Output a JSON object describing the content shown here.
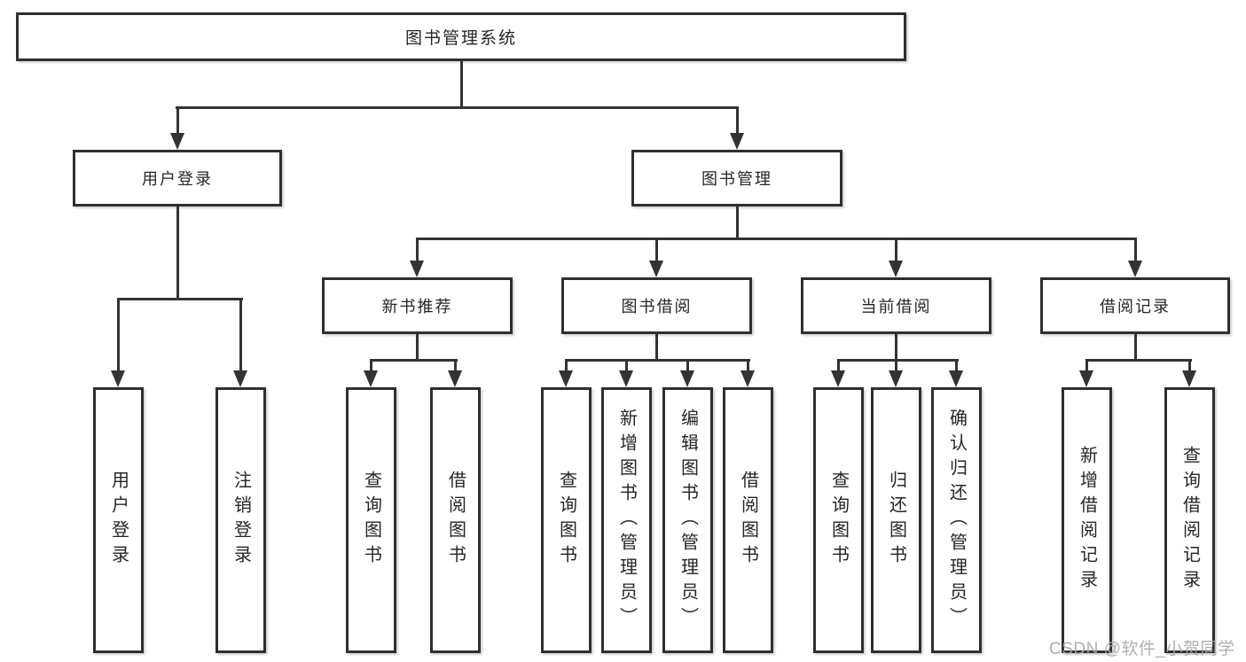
{
  "tree": {
    "root": "图书管理系统",
    "level2": [
      {
        "label": "用户登录",
        "children": [
          "用户登录",
          "注销登录"
        ]
      },
      {
        "label": "图书管理",
        "groups": [
          {
            "label": "新书推荐",
            "children": [
              "查询图书",
              "借阅图书"
            ]
          },
          {
            "label": "图书借阅",
            "children": [
              "查询图书",
              "新增图书（管理员）",
              "编辑图书（管理员）",
              "借阅图书"
            ]
          },
          {
            "label": "当前借阅",
            "children": [
              "查询图书",
              "归还图书",
              "确认归还（管理员）"
            ]
          },
          {
            "label": "借阅记录",
            "children": [
              "新增借阅记录",
              "查询借阅记录"
            ]
          }
        ]
      }
    ]
  },
  "watermark": {
    "text": "CSDN @软件_小贺同学"
  },
  "colors": {
    "line": "#333333",
    "border": "#2f2f2f",
    "text": "#262626",
    "watermark": "#a8a8a8",
    "background": "#ffffff"
  }
}
